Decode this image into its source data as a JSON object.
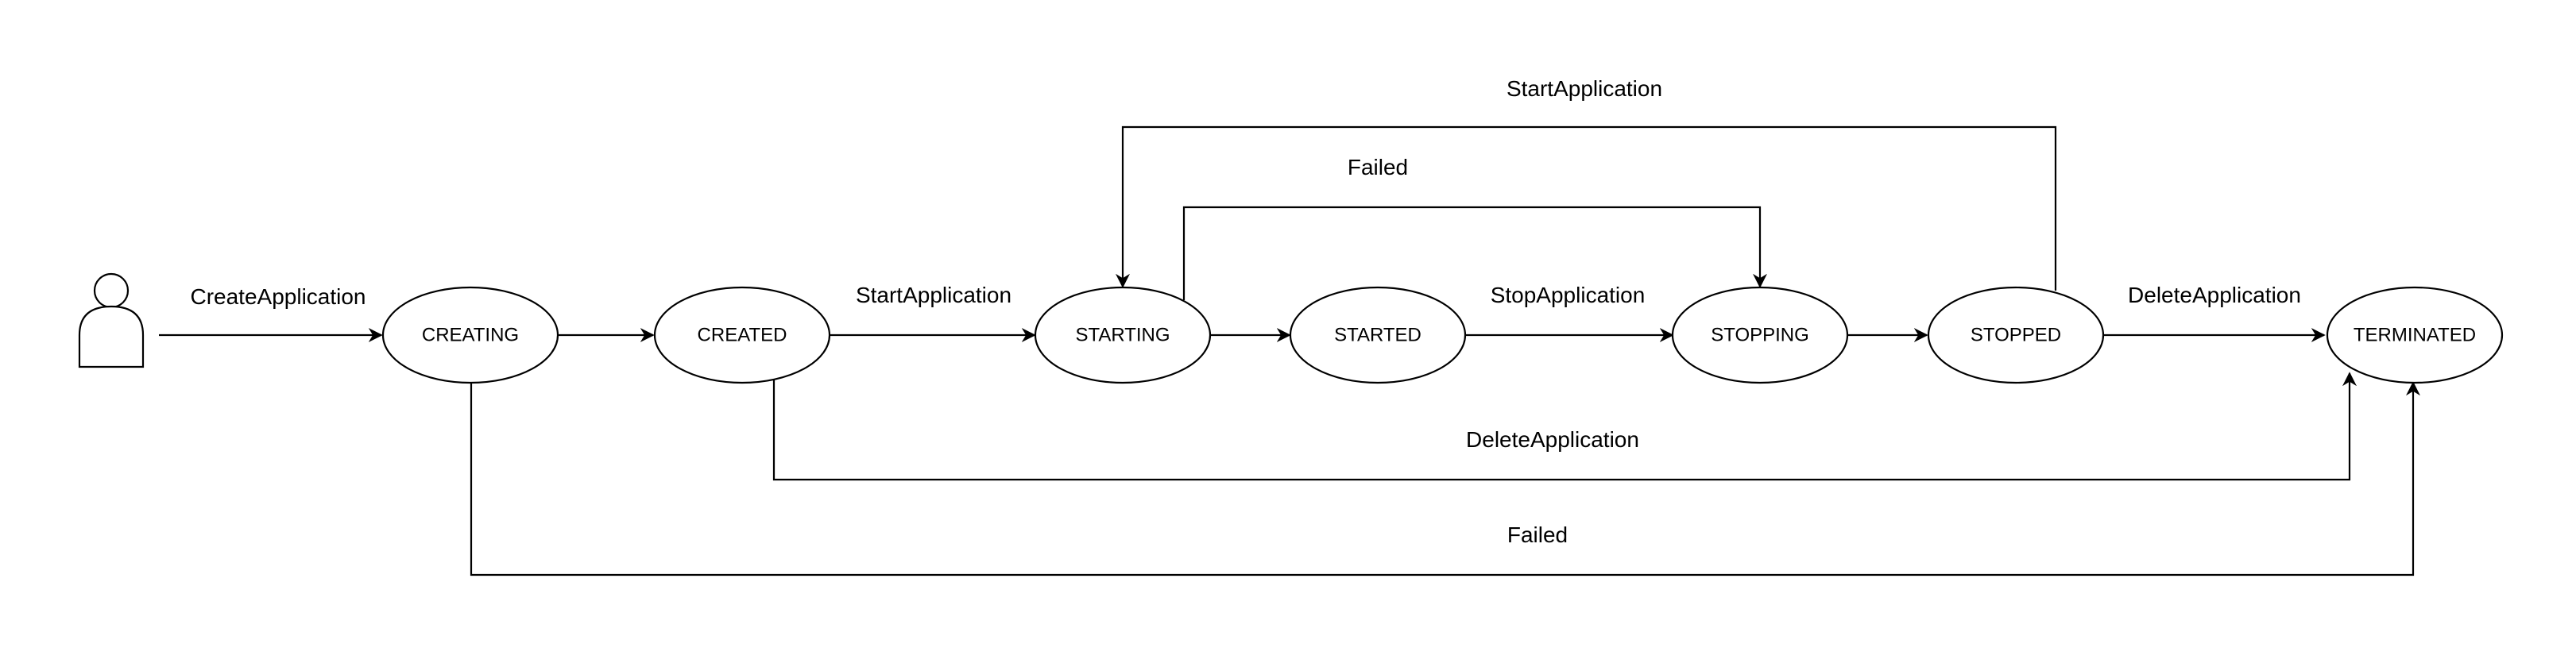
{
  "diagram": {
    "title": "",
    "states": {
      "creating": "CREATING",
      "created": "CREATED",
      "starting": "STARTING",
      "started": "STARTED",
      "stopping": "STOPPING",
      "stopped": "STOPPED",
      "terminated": "TERMINATED"
    },
    "transitions": {
      "create_application": "CreateApplication",
      "start_application_from_created": "StartApplication",
      "stop_application": "StopApplication",
      "delete_application_from_stopped": "DeleteApplication",
      "start_application_from_stopped": "StartApplication",
      "failed_from_starting": "Failed",
      "delete_application_from_created": "DeleteApplication",
      "failed_from_creating": "Failed"
    },
    "actor_icon": "user-icon",
    "colors": {
      "stroke": "#000000",
      "fill": "#ffffff"
    }
  }
}
